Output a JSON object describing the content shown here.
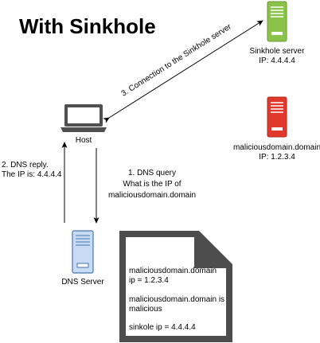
{
  "title": "With Sinkhole",
  "nodes": {
    "sinkhole_server": {
      "name": "Sinkhole server",
      "ip": "IP: 4.4.4.4",
      "color": "#8bc34a"
    },
    "malicious_server": {
      "name": "maliciousdomain.domain",
      "ip": "IP: 1.2.3.4",
      "color": "#e0392b"
    },
    "host": {
      "name": "Host"
    },
    "dns_server": {
      "name": "DNS Server",
      "color": "#b9d3f2"
    }
  },
  "edges": {
    "connection": {
      "label": "3. Connection to the Sinkhole server"
    },
    "dns_query": {
      "line1": "1. DNS query",
      "line2": "What is the IP of",
      "line3": "maliciousdomain.domain"
    },
    "dns_reply": {
      "line1": "2. DNS reply.",
      "line2": "The IP is: 4.4.4.4"
    }
  },
  "note": {
    "line1": "maliciousdomain.domain",
    "line2": "ip = 1.2.3.4",
    "line3": "maliciousdomain.domain is",
    "line4": "malicious",
    "line5": "sinkole ip = 4.4.4.4"
  }
}
